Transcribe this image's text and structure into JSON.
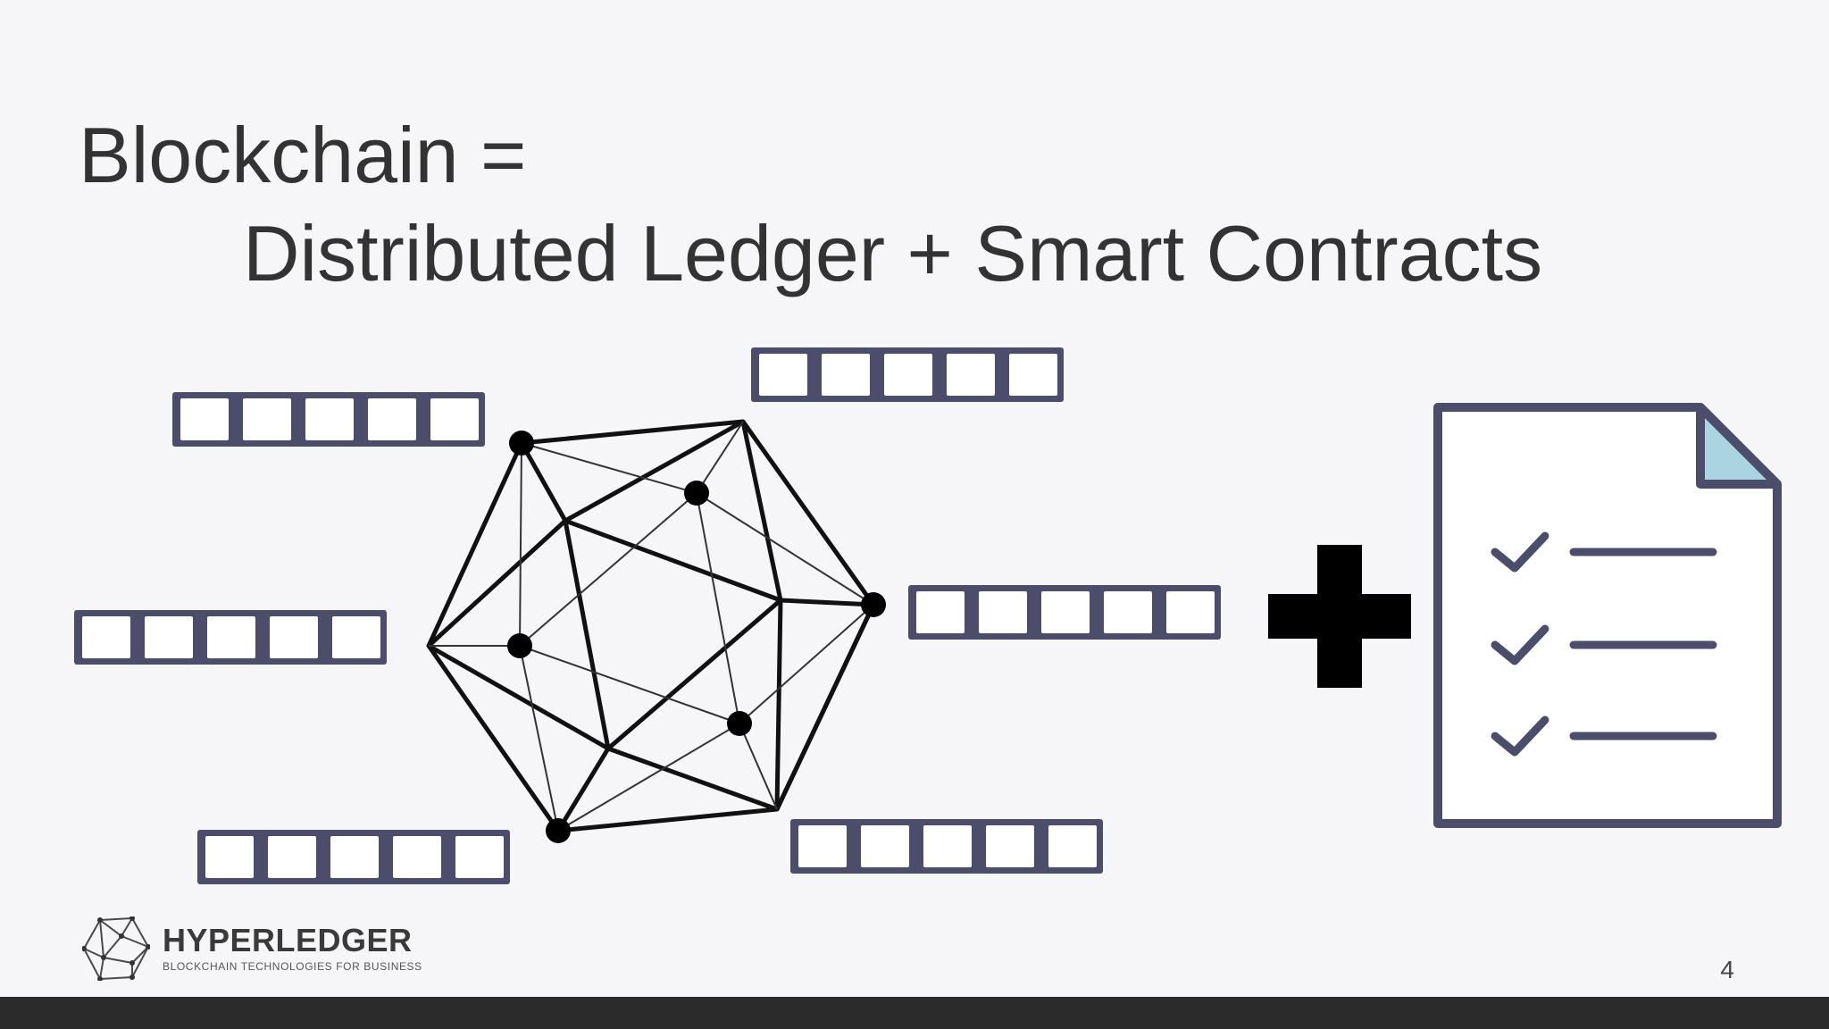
{
  "slide": {
    "title_line1": "Blockchain =",
    "title_line2": "Distributed Ledger + Smart Contracts",
    "page_number": "4"
  },
  "logo": {
    "word": "HYPERLEDGER",
    "tagline": "BLOCKCHAIN TECHNOLOGIES FOR BUSINESS"
  },
  "icons": {
    "network": "network-graph-icon",
    "chain": "block-chain-icon",
    "plus": "plus-icon",
    "document": "checklist-document-icon",
    "check": "checkmark-icon"
  },
  "colors": {
    "background": "#f6f6f8",
    "title_text": "#333333",
    "block_border": "#4b4d6a",
    "document_fold": "#a9d4e0",
    "bottom_bar": "#2b2b2b"
  }
}
